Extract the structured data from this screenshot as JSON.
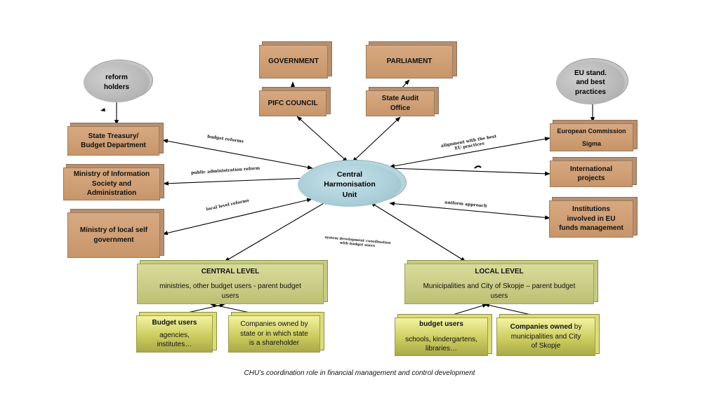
{
  "nodes": {
    "government": "GOVERNMENT",
    "parliament": "PARLIAMENT",
    "pifc_council": "PIFC COUNCIL",
    "state_audit_office": [
      "State Audit",
      "Office"
    ],
    "reform_holders": [
      "reform",
      "holders"
    ],
    "eu_standards": [
      "EU stand.",
      "and best",
      "practices"
    ],
    "state_treasury": [
      "State Treasury/",
      "Budget Department"
    ],
    "ministry_information_society": [
      "Ministry of Information",
      "Society and",
      "Administration"
    ],
    "ministry_local_self_government": [
      "Ministry of local self",
      "government"
    ],
    "european_commission": "European Commission",
    "sigma": "Sigma",
    "international_projects": [
      "International",
      "projects"
    ],
    "institutions_eu_funds": [
      "Institutions",
      "involved in EU",
      "funds management"
    ],
    "central_harmonisation_unit": [
      "Central",
      "Harmonisation",
      "Unit"
    ],
    "central_level": {
      "heading": "CENTRAL LEVEL",
      "text": [
        "ministries, other budget users - parent budget",
        "users"
      ]
    },
    "local_level": {
      "heading": "LOCAL LEVEL",
      "text": [
        "Municipalities and City of Skopje – parent budget",
        "users"
      ]
    },
    "central_budget_users": {
      "heading": "Budget users",
      "text": [
        "agencies,",
        "institutes…"
      ]
    },
    "central_companies": [
      "Companies owned by",
      "state or in which state",
      "is a shareholder"
    ],
    "local_budget_users": {
      "heading": "budget users",
      "text": [
        "schools, kindergartens,",
        "libraries…"
      ]
    },
    "local_companies": {
      "heading": "Companies owned",
      "suffix": " by",
      "text": [
        "municipalities and City",
        "of Skopje"
      ]
    }
  },
  "edge_labels": {
    "budget_reforms": "budget reforms",
    "public_administration_reform": "public administration reform",
    "local_level_reforms": "local level reforms",
    "alignment_with_best_eu_practices": [
      "alignment with the best",
      "EU practices"
    ],
    "uniform_approach": "uniform approach",
    "system_development_coordination": [
      "system development coordination",
      "with budget users"
    ]
  },
  "caption": "CHU’s coordination role in financial management and control development"
}
